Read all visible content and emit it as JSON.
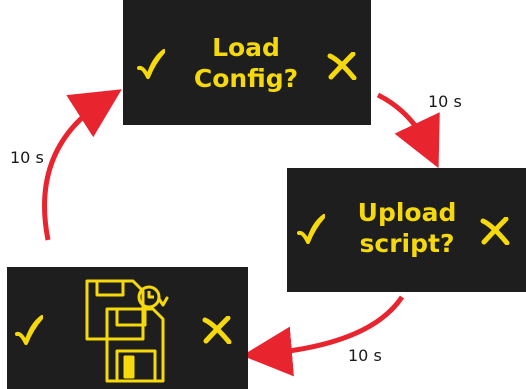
{
  "screens": [
    {
      "line1": "Load",
      "line2": "Config?",
      "confirm_icon": "checkmark-icon",
      "cancel_icon": "cross-icon"
    },
    {
      "line1": "Upload",
      "line2": "script?",
      "confirm_icon": "checkmark-icon",
      "cancel_icon": "cross-icon"
    },
    {
      "graphic": "floppy-disk-restore-icon",
      "confirm_icon": "checkmark-icon",
      "cancel_icon": "cross-icon"
    }
  ],
  "transitions": [
    {
      "label": "10 s"
    },
    {
      "label": "10 s"
    },
    {
      "label": "10 s"
    }
  ],
  "colors": {
    "screen_bg": "#1e1e1e",
    "text": "#f5d90a",
    "arrow": "#e8242f"
  }
}
